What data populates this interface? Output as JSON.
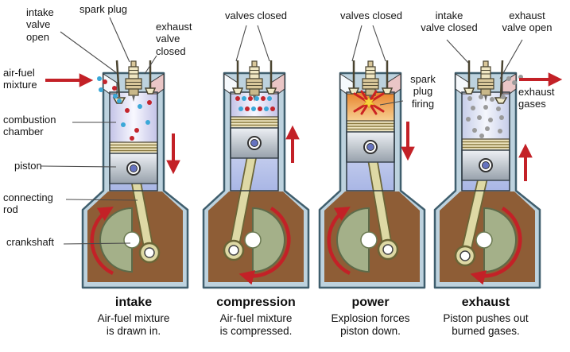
{
  "title": "four-stroke engine cycle diagram",
  "labels": {
    "intake_valve_open": "intake\nvalve\nopen",
    "spark_plug": "spark plug",
    "exhaust_valve_closed": "exhaust\nvalve\nclosed",
    "air_fuel_mixture": "air-fuel\nmixture",
    "combustion_chamber": "combustion\nchamber",
    "piston": "piston",
    "connecting_rod": "connecting\nrod",
    "crankshaft": "crankshaft",
    "valves_closed_compression": "valves closed",
    "valves_closed_power": "valves closed",
    "spark_plug_firing": "spark\nplug\nfiring",
    "intake_valve_closed": "intake\nvalve closed",
    "exhaust_valve_open": "exhaust\nvalve open",
    "exhaust_gases": "exhaust\ngases"
  },
  "captions": [
    {
      "title": "intake",
      "desc": "Air-fuel mixture\nis drawn in."
    },
    {
      "title": "compression",
      "desc": "Air-fuel mixture\nis compressed."
    },
    {
      "title": "power",
      "desc": "Explosion forces\npiston down."
    },
    {
      "title": "exhaust",
      "desc": "Piston pushes out\nburned gases."
    }
  ],
  "colors": {
    "arrow_red": "#c32127",
    "casing": "#bdd2de",
    "crankcase_interior": "#8e5d36",
    "counterweight": "#a4b089",
    "connecting_rod": "#ded9a5",
    "chamber_lavender": "#c3c3e7",
    "power_orange": "#e8832b",
    "exhaust_port_pink": "#eac6c6",
    "fuel_dot_red": "#c4252d",
    "fuel_dot_blue": "#3aa8d8",
    "burned_gas_dot_gray": "#9a9a9a"
  }
}
